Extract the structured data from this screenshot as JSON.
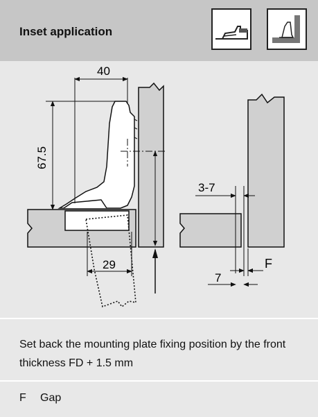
{
  "header": {
    "title": "Inset application",
    "icons": [
      "hinge-side-view-icon",
      "cabinet-corner-icon"
    ]
  },
  "diagram": {
    "dim_width": "40",
    "dim_height": "67.5",
    "dim_plate": "29",
    "dim_setback": "3-7",
    "dim_front": "7",
    "label_gap": "F"
  },
  "note": "Set back the mounting plate fixing position by the front thickness FD + 1.5 mm",
  "legend": {
    "key": "F",
    "value": "Gap"
  },
  "colors": {
    "header": "#c6c6c6",
    "panel": "#e8e8e8",
    "part": "#d0d0d0"
  }
}
